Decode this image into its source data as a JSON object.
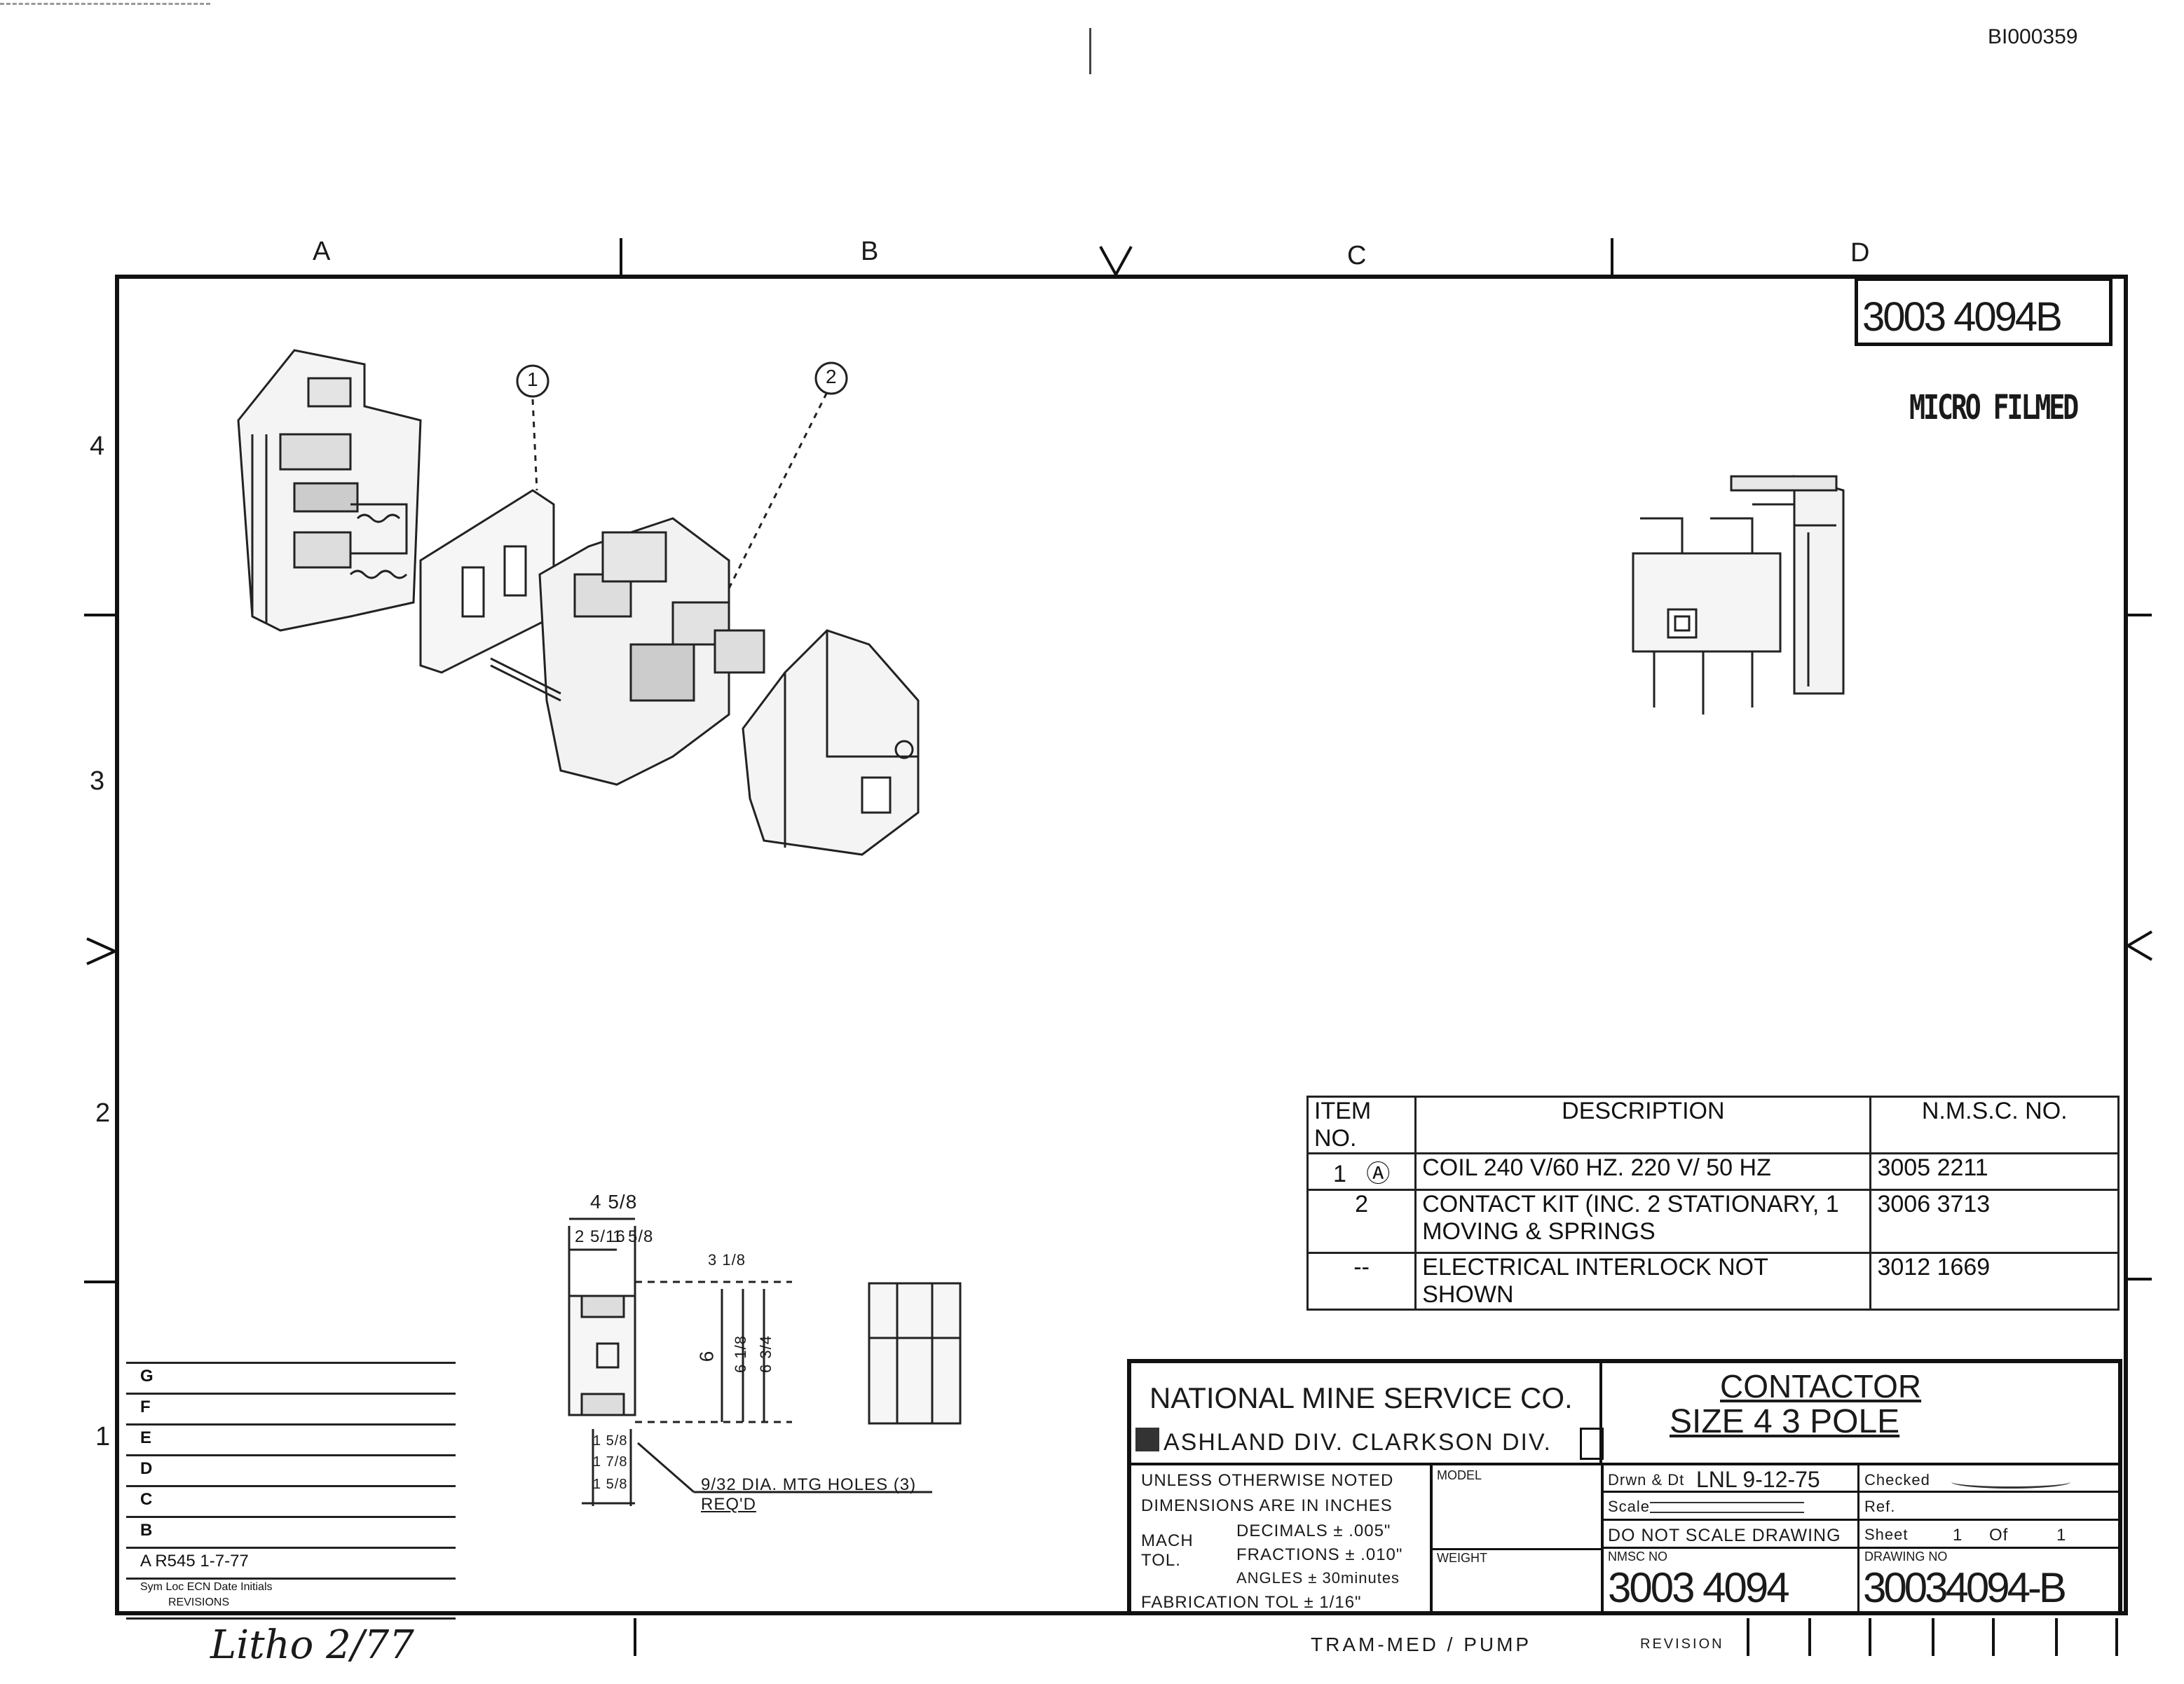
{
  "doc_id": "BI000359",
  "zones": {
    "columns": [
      "A",
      "B",
      "C",
      "D"
    ],
    "rows": [
      "4",
      "3",
      "2",
      "1"
    ]
  },
  "drawing_number_box": "3003 4094B",
  "stamp": "MICRO FILMED",
  "balloons": [
    "1",
    "2"
  ],
  "bom": {
    "headers": [
      "ITEM NO.",
      "DESCRIPTION",
      "N.M.S.C. NO."
    ],
    "rows": [
      {
        "item": "1",
        "mark": "Ⓐ",
        "desc": "COIL 240 V/60 HZ. 220 V/ 50 HZ",
        "no": "3005 2211"
      },
      {
        "item": "2",
        "mark": "",
        "desc": "CONTACT KIT (INC. 2 STATIONARY, 1 MOVING & SPRINGS",
        "no": "3006 3713"
      },
      {
        "item": "--",
        "mark": "",
        "desc": "ELECTRICAL INTERLOCK NOT SHOWN",
        "no": "3012 1669"
      }
    ]
  },
  "dims": {
    "d1": "4 5/8",
    "d2": "2 5/16",
    "d3": "1 5/8",
    "d4": "3 1/8",
    "d5": "6",
    "d6": "6 1/8",
    "d7": "6 3/4",
    "d8": "1 5/8",
    "d9": "1 7/8",
    "d10": "1 5/8",
    "holes_note": "9/32 DIA. MTG HOLES (3) REQ'D"
  },
  "title_block": {
    "company": "NATIONAL MINE SERVICE CO.",
    "division": "ASHLAND DIV.   CLARKSON DIV.",
    "title_line1": "CONTACTOR",
    "title_line2": "SIZE 4  3 POLE",
    "notes": [
      "UNLESS OTHERWISE NOTED",
      "DIMENSIONS ARE IN INCHES"
    ],
    "mach_tol": "MACH TOL.",
    "tol_lines": [
      "DECIMALS ± .005\"",
      "FRACTIONS ± .010\"",
      "ANGLES ± 30minutes"
    ],
    "fab_tol": "FABRICATION TOL ± 1/16\"",
    "model_label": "MODEL",
    "weight_label": "WEIGHT",
    "drawn_label": "Drwn & Dt",
    "drawn_value": "LNL  9-12-75",
    "checked_label": "Checked",
    "scale_label": "Scale",
    "ref_label": "Ref.",
    "do_not_scale": "DO NOT SCALE DRAWING",
    "sheet_label": "Sheet",
    "sheet_value": "1",
    "of_label": "Of",
    "of_value": "1",
    "nmsc_label": "NMSC NO",
    "nmsc_value": "3003 4094",
    "drawing_label": "DRAWING NO",
    "drawing_value": "30034094-B"
  },
  "revisions": {
    "letters": [
      "G",
      "F",
      "E",
      "D",
      "C",
      "B",
      "A"
    ],
    "entry": "A  R545  1-7-77",
    "footer": "Sym  Loc  ECN  Date  Initials",
    "footer2": "REVISIONS"
  },
  "bottom_notes": {
    "left_handwriting": "Litho 2/77",
    "tram": "TRAM-MED / PUMP",
    "revision": "REVISION"
  }
}
